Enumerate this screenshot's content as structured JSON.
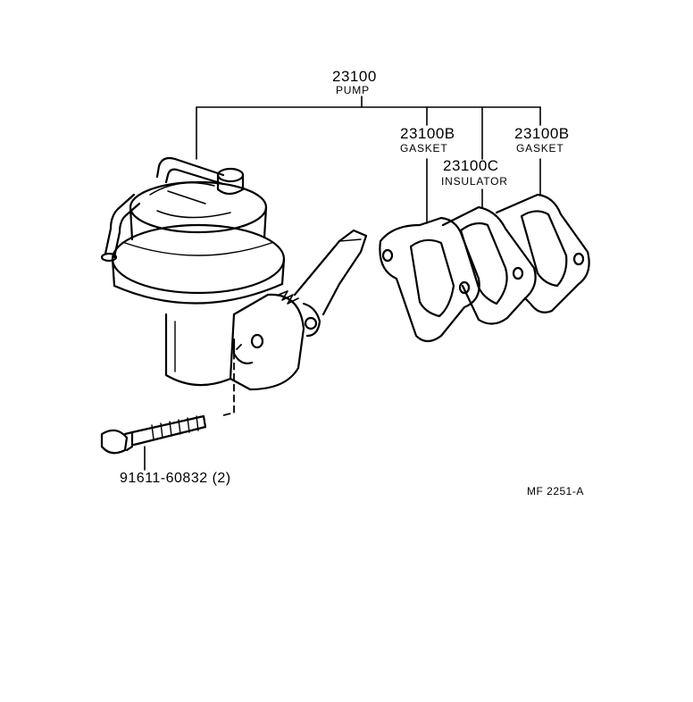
{
  "callouts": {
    "pump": {
      "part_number": "23100",
      "name": "PUMP"
    },
    "gasket_left": {
      "part_number": "23100B",
      "name": "GASKET"
    },
    "insulator": {
      "part_number": "23100C",
      "name": "INSULATOR"
    },
    "gasket_right": {
      "part_number": "23100B",
      "name": "GASKET"
    },
    "bolt": {
      "part_number": "91611-60832 (2)"
    }
  },
  "diagram_code": "MF  2251-A"
}
